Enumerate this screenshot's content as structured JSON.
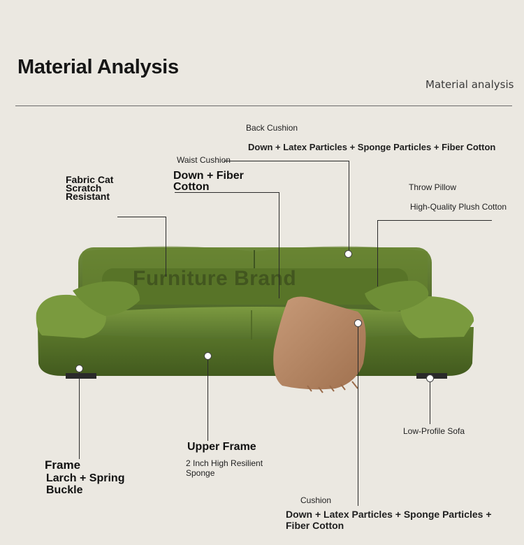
{
  "header": {
    "title": "Material Analysis",
    "subtitle": "Material analysis"
  },
  "watermark": "Furniture Brand",
  "labels": {
    "back_cushion": {
      "name": "Back Cushion",
      "detail": "Down + Latex Particles + Sponge Particles + Fiber Cotton"
    },
    "waist_cushion": {
      "name": "Waist Cushion",
      "detail": "Down + Fiber Cotton"
    },
    "fabric": {
      "text": "Fabric Cat Scratch Resistant"
    },
    "throw_pillow": {
      "name": "Throw Pillow",
      "detail": "High-Quality Plush Cotton"
    },
    "frame": {
      "name": "Frame",
      "detail": "Larch + Spring Buckle"
    },
    "upper_frame": {
      "name": "Upper Frame",
      "detail": "2 Inch High Resilient Sponge"
    },
    "cushion": {
      "name": "Cushion",
      "detail": "Down + Latex Particles + Sponge Particles + Fiber Cotton"
    },
    "low_profile": {
      "name": "Low-Profile Sofa"
    }
  },
  "colors": {
    "background": "#ebe8e1",
    "sofa_green": "#5f7d2e",
    "blanket": "#b98a66"
  }
}
